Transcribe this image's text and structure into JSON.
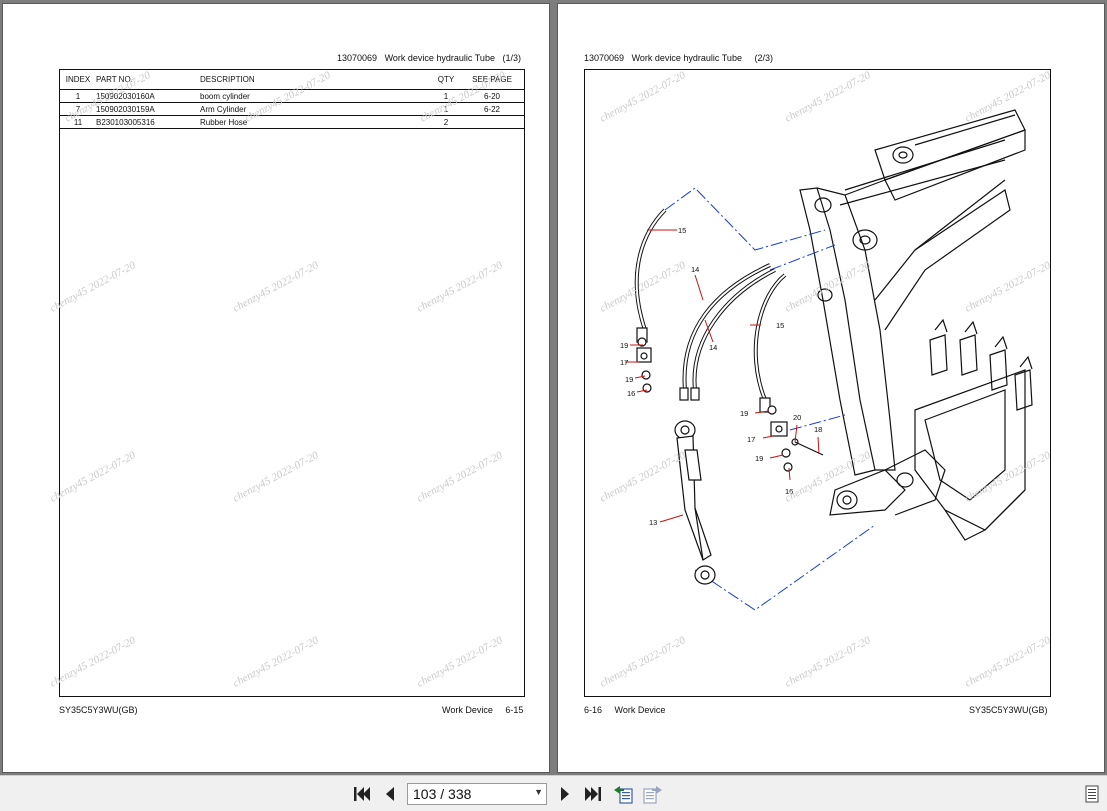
{
  "left_page": {
    "header_code": "13070069",
    "header_title": "Work device hydraulic Tube",
    "header_page": "(1/3)",
    "table": {
      "columns": [
        "INDEX",
        "PART NO.",
        "DESCRIPTION",
        "QTY",
        "SEE PAGE"
      ],
      "rows": [
        {
          "index": "1",
          "part_no": "150902030160A",
          "description": "boom cylinder",
          "qty": "1",
          "see_page": "6-20"
        },
        {
          "index": "7",
          "part_no": "150902030159A",
          "description": "Arm Cylinder",
          "qty": "1",
          "see_page": "6-22"
        },
        {
          "index": "11",
          "part_no": "B230103005316",
          "description": "Rubber Hose",
          "qty": "2",
          "see_page": ""
        }
      ]
    },
    "footer_left": "SY35C5Y3WU(GB)",
    "footer_section": "Work Device",
    "footer_page": "6-15"
  },
  "right_page": {
    "header_code": "13070069",
    "header_title": "Work device hydraulic Tube",
    "header_page": "(2/3)",
    "callouts": [
      "15",
      "14",
      "14",
      "15",
      "19",
      "17",
      "19",
      "16",
      "19",
      "20",
      "18",
      "17",
      "19",
      "16",
      "13"
    ],
    "footer_page": "6-16",
    "footer_section": "Work Device",
    "footer_right": "SY35C5Y3WU(GB)"
  },
  "watermark": "chenzy45 2022-07-20",
  "toolbar": {
    "page_indicator": "103 / 338",
    "first_icon": "first-page-icon",
    "prev_icon": "prev-page-icon",
    "next_icon": "next-page-icon",
    "last_icon": "last-page-icon"
  },
  "colors": {
    "leader_red": "#cc1111",
    "phantom_blue": "#1a3fd0"
  }
}
